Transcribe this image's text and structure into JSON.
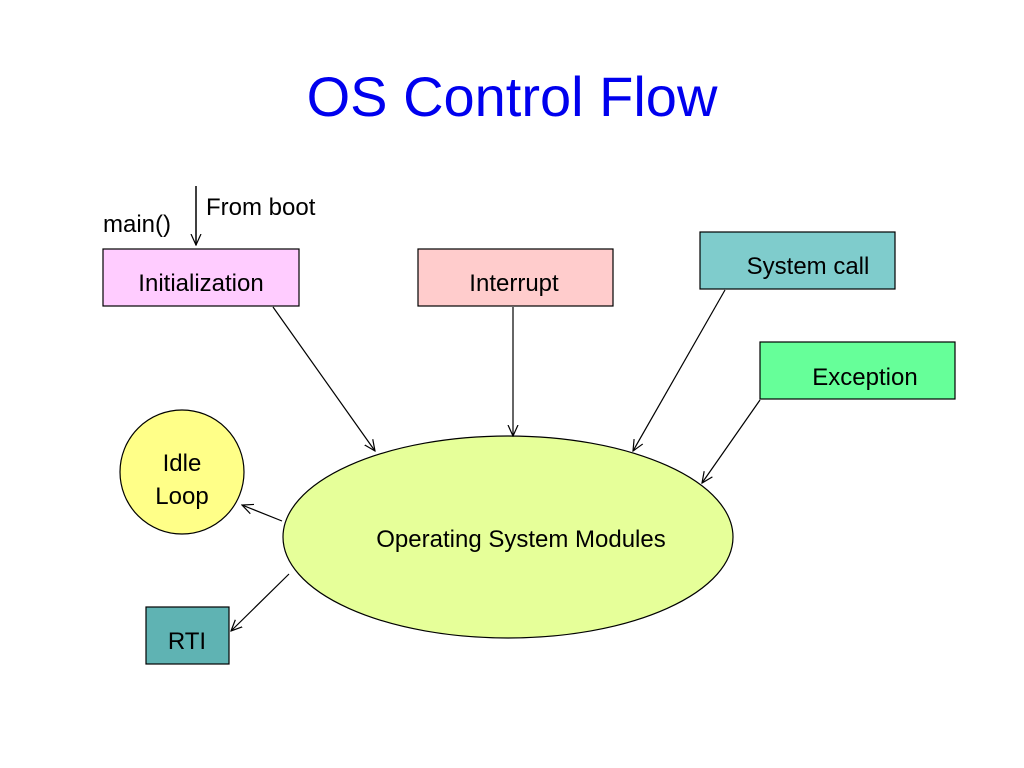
{
  "title": "OS Control Flow",
  "labels": {
    "main": "main()",
    "from_boot": "From boot"
  },
  "nodes": {
    "initialization": {
      "label": "Initialization",
      "fill": "#ffccff"
    },
    "interrupt": {
      "label": "Interrupt",
      "fill": "#ffcccc"
    },
    "system_call": {
      "label": "System call",
      "fill": "#7fcccc"
    },
    "exception": {
      "label": "Exception",
      "fill": "#66ff99"
    },
    "idle_loop": {
      "line1": "Idle",
      "line2": "Loop",
      "fill": "#ffff88"
    },
    "os_modules": {
      "label": "Operating System Modules",
      "fill": "#e6ff99"
    },
    "rti": {
      "label": "RTI",
      "fill": "#5fb3b3"
    }
  }
}
